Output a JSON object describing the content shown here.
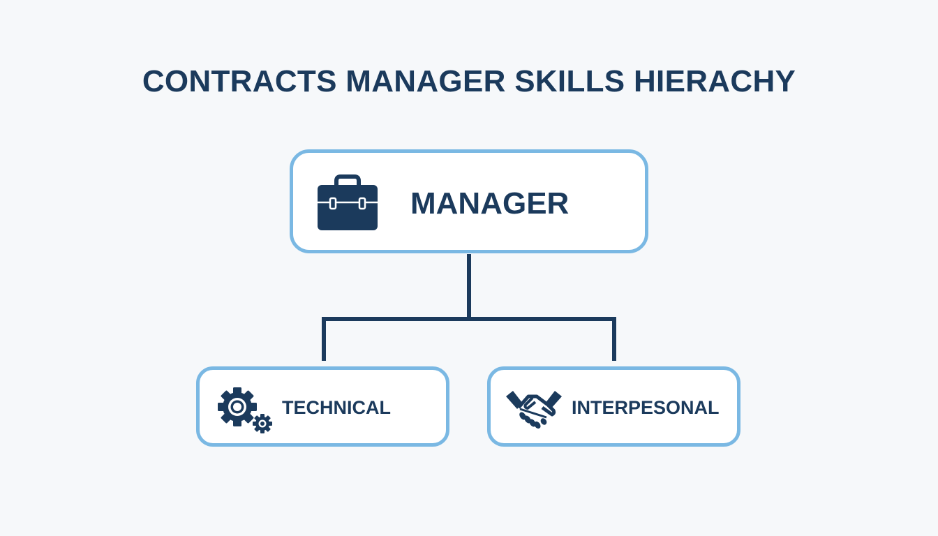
{
  "diagram": {
    "title": "CONTRACTS MANAGER SKILLS HIERACHY",
    "colors": {
      "text": "#1b3a5c",
      "border": "#7ab8e3",
      "background": "#f6f8fa",
      "connector": "#1b3a5c"
    },
    "root": {
      "label": "MANAGER",
      "icon": "briefcase-icon"
    },
    "children": [
      {
        "label": "TECHNICAL",
        "icon": "gears-icon"
      },
      {
        "label": "INTERPESONAL",
        "icon": "handshake-icon"
      }
    ]
  }
}
